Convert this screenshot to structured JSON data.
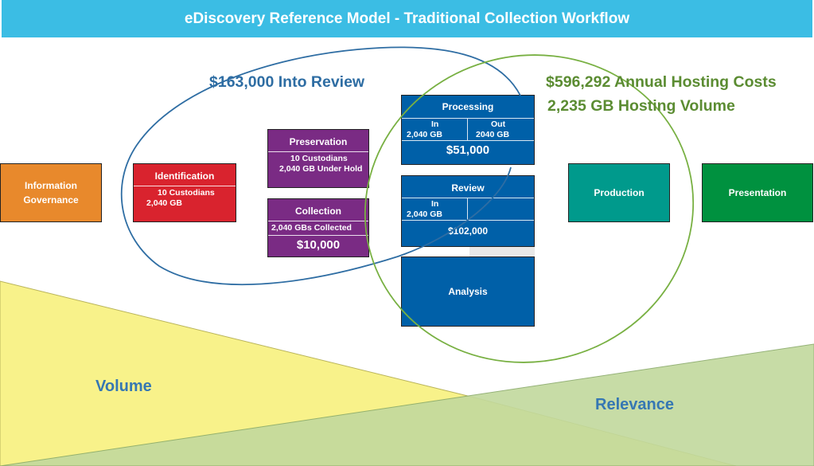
{
  "title": "eDiscovery Reference Model - Traditional Collection Workflow",
  "colors": {
    "header": "#3bbde4",
    "information_governance": "#e8892c",
    "identification": "#d9232e",
    "preservation_collection": "#7a2b84",
    "processing_review_analysis": "#0060a8",
    "production": "#009a8c",
    "presentation": "#00913f",
    "review_ellipse": "#2e6da3",
    "hosting_ellipse": "#78b042",
    "volume_region": "#f8f28a",
    "relevance_region": "#c2d99d"
  },
  "stages": {
    "information_governance": {
      "label": "Information Governance"
    },
    "identification": {
      "label": "Identification",
      "custodians": "10  Custodians",
      "volume": "2,040  GB"
    },
    "preservation": {
      "label": "Preservation",
      "custodians": "10  Custodians",
      "volume": "2,040  GB Under Hold"
    },
    "collection": {
      "label": "Collection",
      "volume": "2,040  GBs Collected",
      "cost": "$10,000"
    },
    "processing": {
      "label": "Processing",
      "in_label": "In",
      "in_value": "2,040  GB",
      "out_label": "Out",
      "out_value": "2040  GB",
      "cost": "$51,000"
    },
    "review": {
      "label": "Review",
      "in_label": "In",
      "in_value": "2,040  GB",
      "cost": "$102,000"
    },
    "analysis": {
      "label": "Analysis"
    },
    "production": {
      "label": "Production"
    },
    "presentation": {
      "label": "Presentation"
    }
  },
  "callouts": {
    "review_cost": "$163,000 Into Review",
    "hosting_cost": "$596,292 Annual Hosting Costs",
    "hosting_volume": "2,235 GB Hosting Volume"
  },
  "regions": {
    "volume": "Volume",
    "relevance": "Relevance"
  }
}
